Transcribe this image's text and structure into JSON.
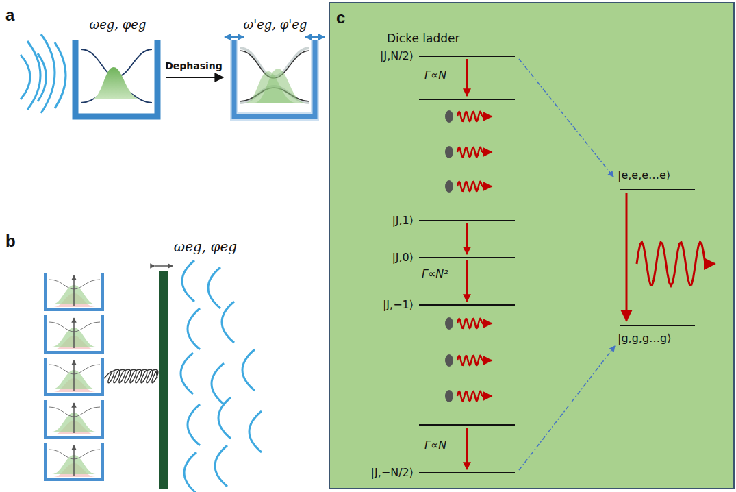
{
  "diagram": {
    "nodes": [
      {
        "text": [
          "c",
          "Dicke ladder"
        ]
      }
    ],
    "labels": [
      "a",
      "ωeg, φeg",
      "Dephasing",
      "ω'eg, φ'eg",
      "b",
      "ωeg, φeg",
      "|J,N/2⟩",
      "Γ∝N",
      "|J,1⟩",
      "|J,0⟩",
      "Γ∝N²",
      "|J,−1⟩",
      "Γ∝N",
      "|J,−N/2⟩",
      "|e,e,e…e⟩",
      "|g,g,g…g⟩"
    ]
  }
}
